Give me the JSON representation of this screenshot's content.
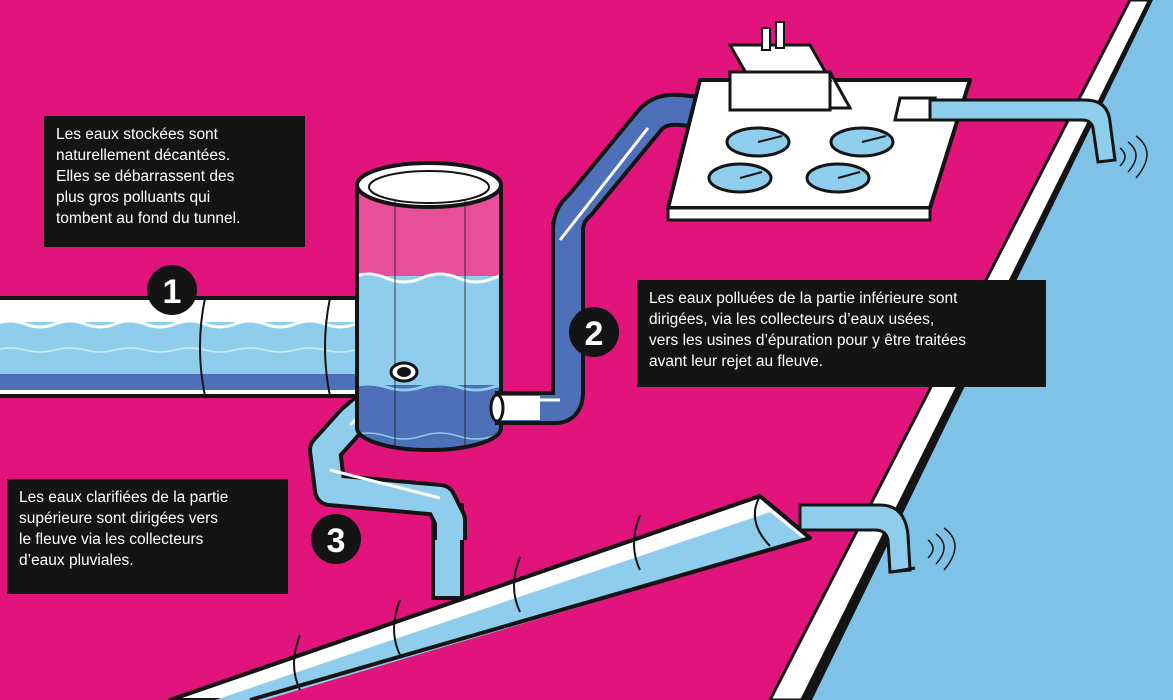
{
  "steps": [
    {
      "number": "1",
      "text": "Les eaux stockées sont\nnaturellement décantées.\nElles se débarrassent des\nplus gros polluants qui\ntombent au fond du tunnel."
    },
    {
      "number": "2",
      "text": "Les eaux polluées de la partie inférieure sont\ndirigées, via les collecteurs d’eaux usées,\nvers les usines d’épuration pour y être traitées\navant leur rejet au fleuve."
    },
    {
      "number": "3",
      "text": "Les eaux clarifiées de la partie\nsupérieure sont dirigées vers\nle fleuve via les collecteurs\nd’eaux pluviales."
    }
  ],
  "colors": {
    "background": "#e0147a",
    "water_light": "#8fcdec",
    "water_dark": "#4d70b8",
    "outline": "#141414",
    "pipe_white": "#ffffff",
    "river": "#7ec2e8"
  },
  "icons": [
    "storage-tunnel",
    "settling-tank",
    "treatment-plant",
    "river",
    "outfall-pipe"
  ]
}
